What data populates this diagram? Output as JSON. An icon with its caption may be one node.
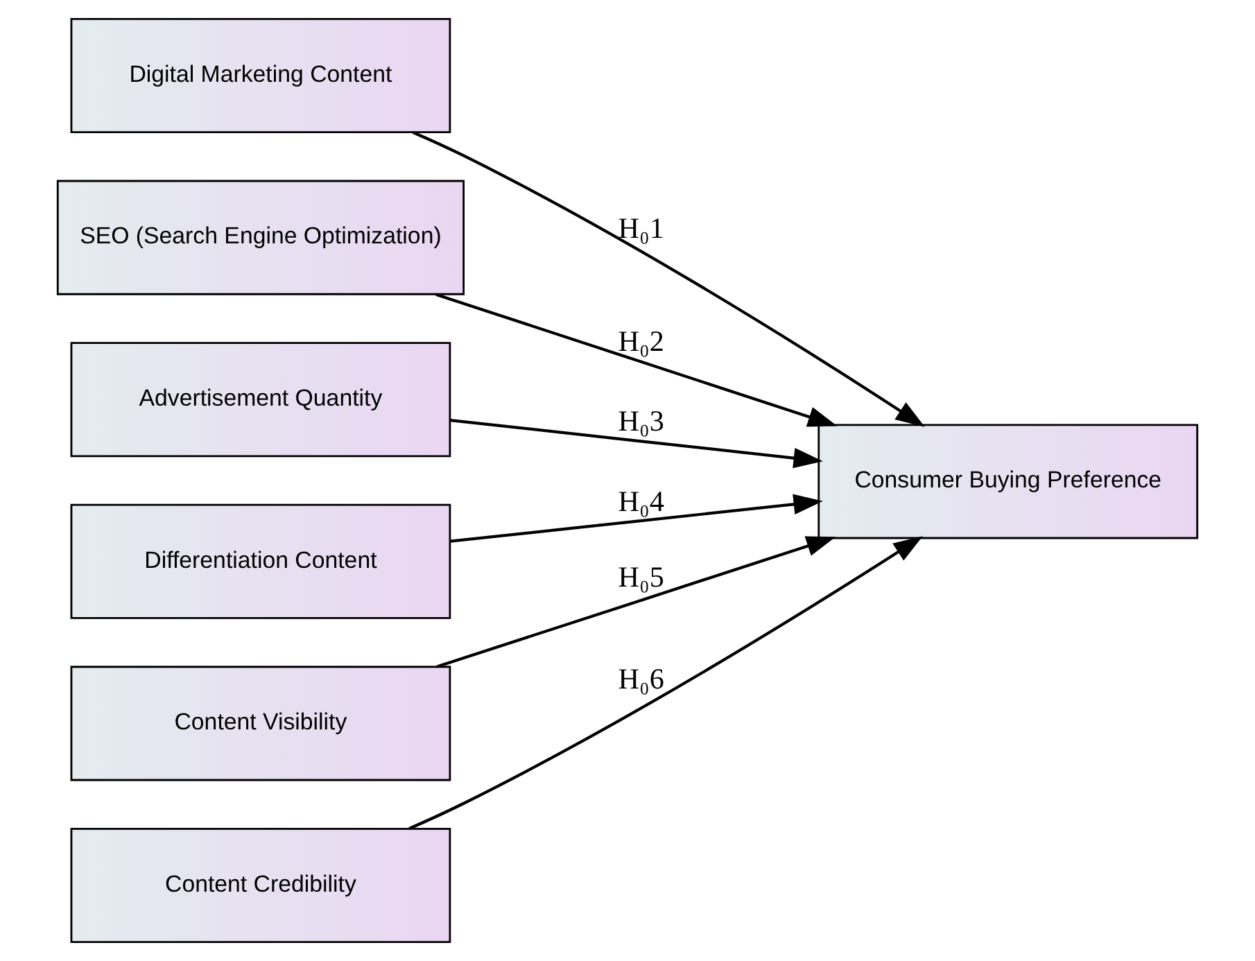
{
  "diagram": {
    "nodes": [
      {
        "text": [
          "Digital Marketing Content"
        ]
      },
      {
        "text": [
          "SEO (Search Engine Optimization)"
        ]
      },
      {
        "text": [
          "Advertisement Quantity"
        ]
      },
      {
        "text": [
          "Differentiation Content"
        ]
      },
      {
        "text": [
          "Content Visibility"
        ]
      },
      {
        "text": [
          "Content Credibility"
        ]
      },
      {
        "text": [
          "Consumer Buying Preference"
        ]
      }
    ],
    "edges": [
      {
        "from": 0,
        "to": 6,
        "arrow": "to",
        "label": "H₀1"
      },
      {
        "from": 1,
        "to": 6,
        "arrow": "to",
        "label": "H₀2"
      },
      {
        "from": 2,
        "to": 6,
        "arrow": "to",
        "label": "H₀3"
      },
      {
        "from": 3,
        "to": 6,
        "arrow": "to",
        "label": "H₀4"
      },
      {
        "from": 4,
        "to": 6,
        "arrow": "to",
        "label": "H₀5"
      },
      {
        "from": 5,
        "to": 6,
        "arrow": "to",
        "label": "H₀6"
      }
    ]
  }
}
